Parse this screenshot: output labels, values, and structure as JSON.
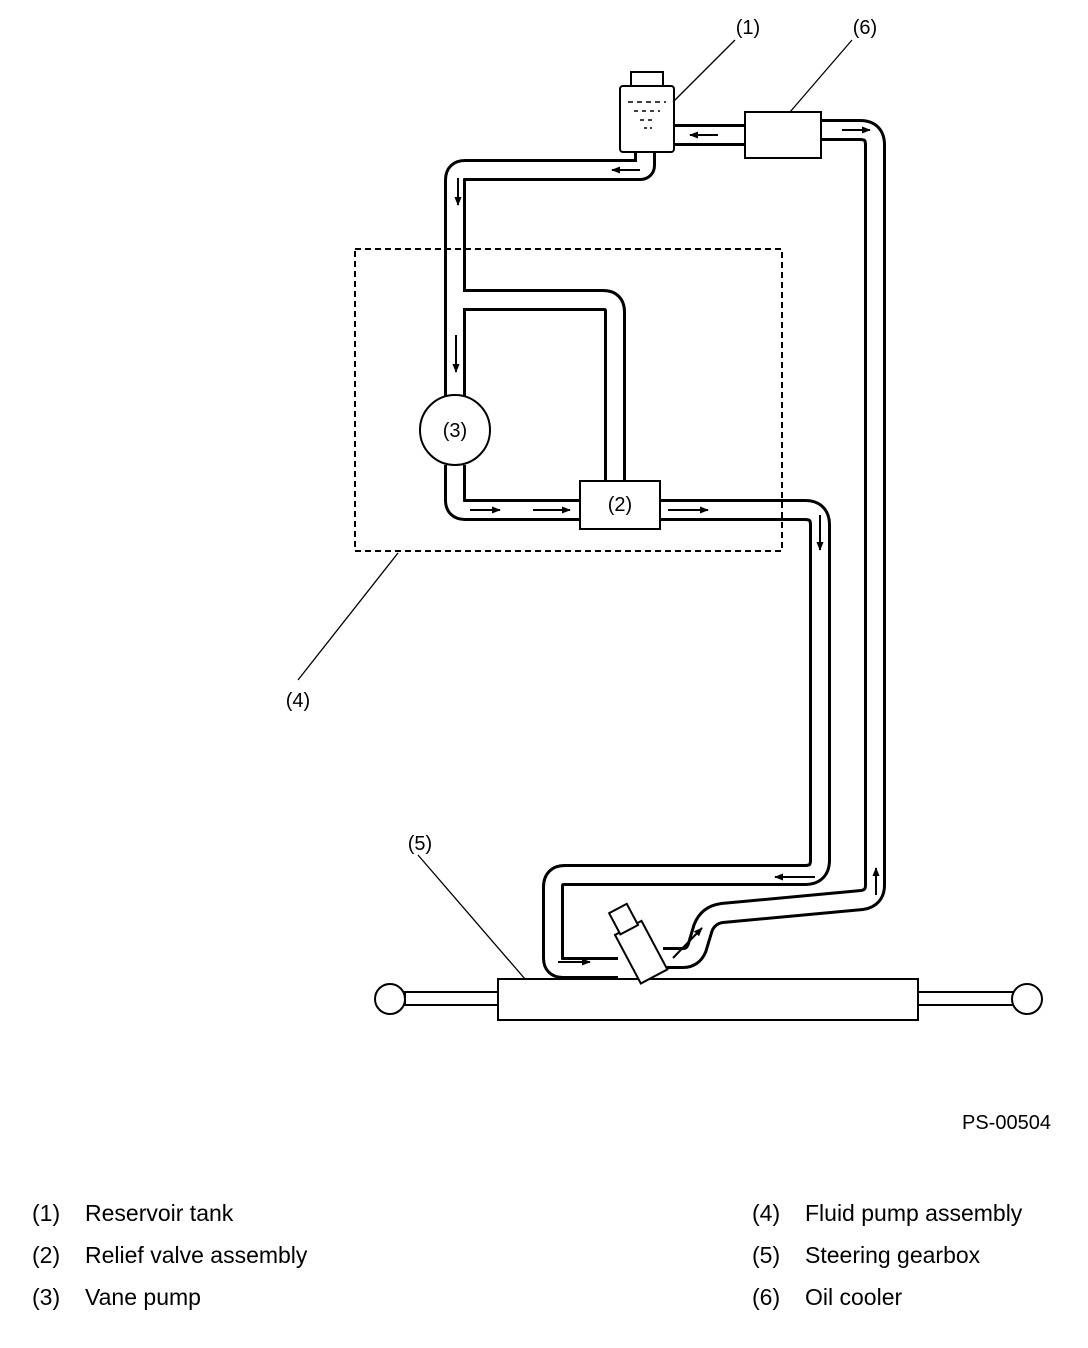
{
  "diagram": {
    "callouts": [
      "(1)",
      "(2)",
      "(3)",
      "(4)",
      "(5)",
      "(6)"
    ],
    "figure_id": "PS-00504"
  },
  "legend": [
    {
      "num": "(1)",
      "label": "Reservoir tank"
    },
    {
      "num": "(2)",
      "label": "Relief valve assembly"
    },
    {
      "num": "(3)",
      "label": "Vane pump"
    },
    {
      "num": "(4)",
      "label": "Fluid pump assembly"
    },
    {
      "num": "(5)",
      "label": "Steering gearbox"
    },
    {
      "num": "(6)",
      "label": "Oil cooler"
    }
  ]
}
